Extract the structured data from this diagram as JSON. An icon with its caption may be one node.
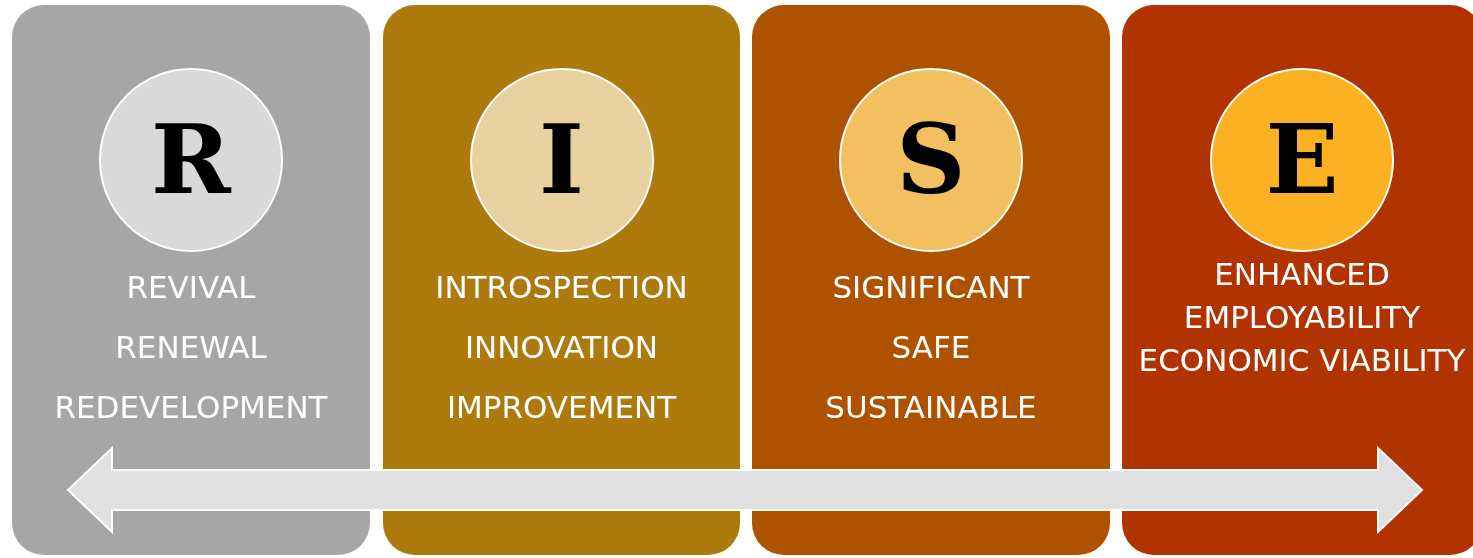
{
  "diagram": {
    "nodes": [
      {
        "text": [
          "REVIVAL",
          "RENEWAL",
          "REDEVELOPMENT"
        ]
      },
      {
        "text": [
          "R"
        ],
        "in": 0
      },
      {
        "text": [
          "INTROSPECTION",
          "INNOVATION",
          "IMPROVEMENT"
        ]
      },
      {
        "text": [
          "I"
        ],
        "in": 2
      },
      {
        "text": [
          "SIGNIFICANT",
          "SAFE",
          "SUSTAINABLE"
        ]
      },
      {
        "text": [
          "S"
        ],
        "in": 4
      },
      {
        "text": [
          "ENHANCED EMPLOYABILITY",
          "ECONOMIC VIABILITY"
        ]
      },
      {
        "text": [
          "E"
        ],
        "in": 6
      }
    ],
    "edges": []
  }
}
